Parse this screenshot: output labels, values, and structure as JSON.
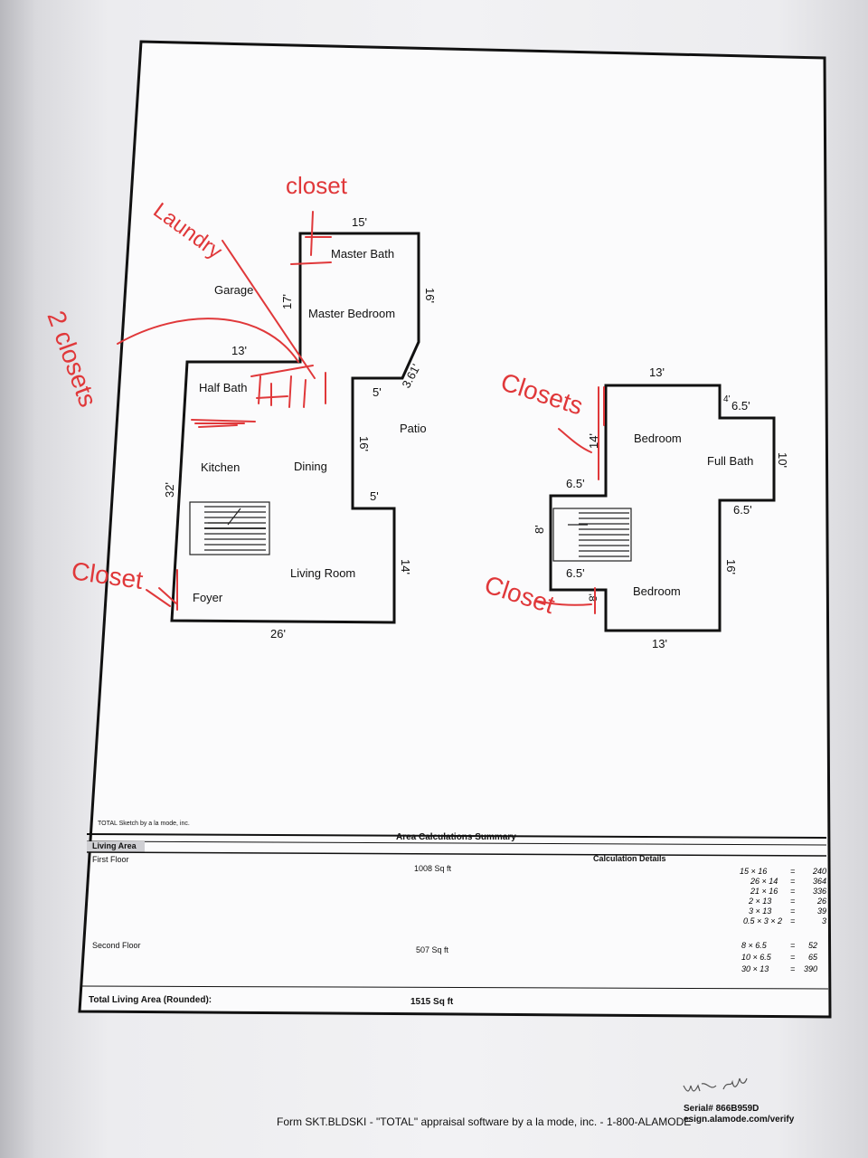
{
  "sketch_credit": "TOTAL Sketch by a la mode, inc.",
  "first_floor_rooms": {
    "garage": "Garage",
    "master_bath": "Master Bath",
    "master_bedroom": "Master Bedroom",
    "half_bath": "Half Bath",
    "kitchen": "Kitchen",
    "dining": "Dining",
    "patio": "Patio",
    "living_room": "Living Room",
    "foyer": "Foyer"
  },
  "first_floor_dims": {
    "top": "15'",
    "right_upper": "16'",
    "garage_side": "17'",
    "step": "13'",
    "diag": "3.61'",
    "notch_top": "5'",
    "patio_side": "16'",
    "notch_bottom": "5'",
    "left": "32'",
    "right_lower": "14'",
    "bottom": "26'"
  },
  "second_floor_rooms": {
    "bedroom_top": "Bedroom",
    "full_bath": "Full Bath",
    "bedroom_bottom": "Bedroom"
  },
  "second_floor_dims": {
    "top": "13'",
    "bath_top": "6.5'",
    "bath_step": "4'",
    "bath_side": "10'",
    "bath_bottom": "6.5'",
    "right": "16'",
    "bottom": "13'",
    "left_upper": "14'",
    "stair_top": "6.5'",
    "stair_side": "8'",
    "stair_bottom": "6.5'",
    "left_lower": "8'"
  },
  "annotations": {
    "closet_top": "closet",
    "laundry": "Laundry",
    "two_closets": "2 closets",
    "closet_left": "Closet",
    "closets_right": "Closets",
    "closet_right": "Closet"
  },
  "summary": {
    "title": "Area Calculations Summary",
    "living_area": "Living Area",
    "calc_header": "Calculation Details",
    "first_floor_label": "First Floor",
    "first_floor_area": "1008 Sq ft",
    "first_floor_calcs": [
      {
        "expr": "15 × 16",
        "eq": "=",
        "val": "240"
      },
      {
        "expr": "26 × 14",
        "eq": "=",
        "val": "364"
      },
      {
        "expr": "21 × 16",
        "eq": "=",
        "val": "336"
      },
      {
        "expr": "2 × 13",
        "eq": "=",
        "val": "26"
      },
      {
        "expr": "3 × 13",
        "eq": "=",
        "val": "39"
      },
      {
        "expr": "0.5 × 3 × 2",
        "eq": "=",
        "val": "3"
      }
    ],
    "second_floor_label": "Second Floor",
    "second_floor_area": "507 Sq ft",
    "second_floor_calcs": [
      {
        "expr": "8 × 6.5",
        "eq": "=",
        "val": "52"
      },
      {
        "expr": "10 × 6.5",
        "eq": "=",
        "val": "65"
      },
      {
        "expr": "30 × 13",
        "eq": "=",
        "val": "390"
      }
    ],
    "total_label": "Total Living Area (Rounded):",
    "total_area": "1515 Sq ft"
  },
  "footer": {
    "form_line": "Form SKT.BLDSKI - \"TOTAL\" appraisal software by a la mode, inc. - 1-800-ALAMODE",
    "serial": "Serial# 866B959D",
    "verify": "esign.alamode.com/verify"
  }
}
